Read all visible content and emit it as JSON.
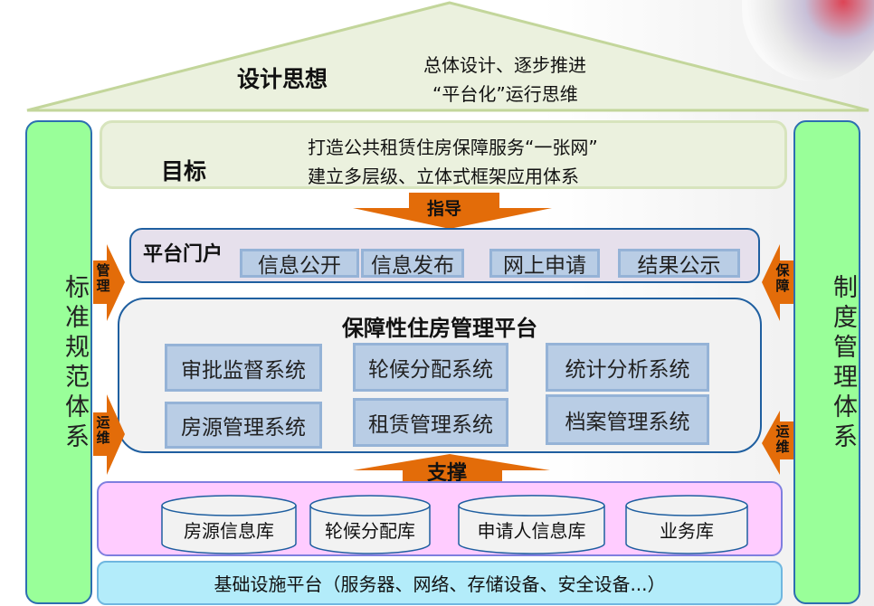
{
  "roof": {
    "title": "设计思想",
    "lines": [
      "总体设计、逐步推进",
      "“平台化”运行思维"
    ]
  },
  "goal": {
    "title": "目标",
    "lines": [
      "打造公共租赁住房保障服务“一张网”",
      "建立多层级、立体式框架应用体系"
    ]
  },
  "arrows": {
    "guide": "指导",
    "support": "支撑",
    "left_manage": "管理",
    "left_ops": "运维",
    "right_guarantee": "保障",
    "right_ops": "运维"
  },
  "pillars": {
    "left": "标准规范体系",
    "right": "制度管理体系"
  },
  "portal": {
    "title": "平台门户",
    "items": [
      "信息公开",
      "信息发布",
      "网上申请",
      "结果公示"
    ]
  },
  "platform": {
    "title": "保障性住房管理平台",
    "systems": [
      "审批监督系统",
      "轮候分配系统",
      "统计分析系统",
      "房源管理系统",
      "租赁管理系统",
      "档案管理系统"
    ]
  },
  "databases": [
    "房源信息库",
    "轮候分配库",
    "申请人信息库",
    "业务库"
  ],
  "infrastructure": "基础设施平台（服务器、网络、存储设备、安全设备...）",
  "colors": {
    "orange": "#e36c09",
    "pillar": "#99ff99",
    "border": "#1f5fa0"
  }
}
